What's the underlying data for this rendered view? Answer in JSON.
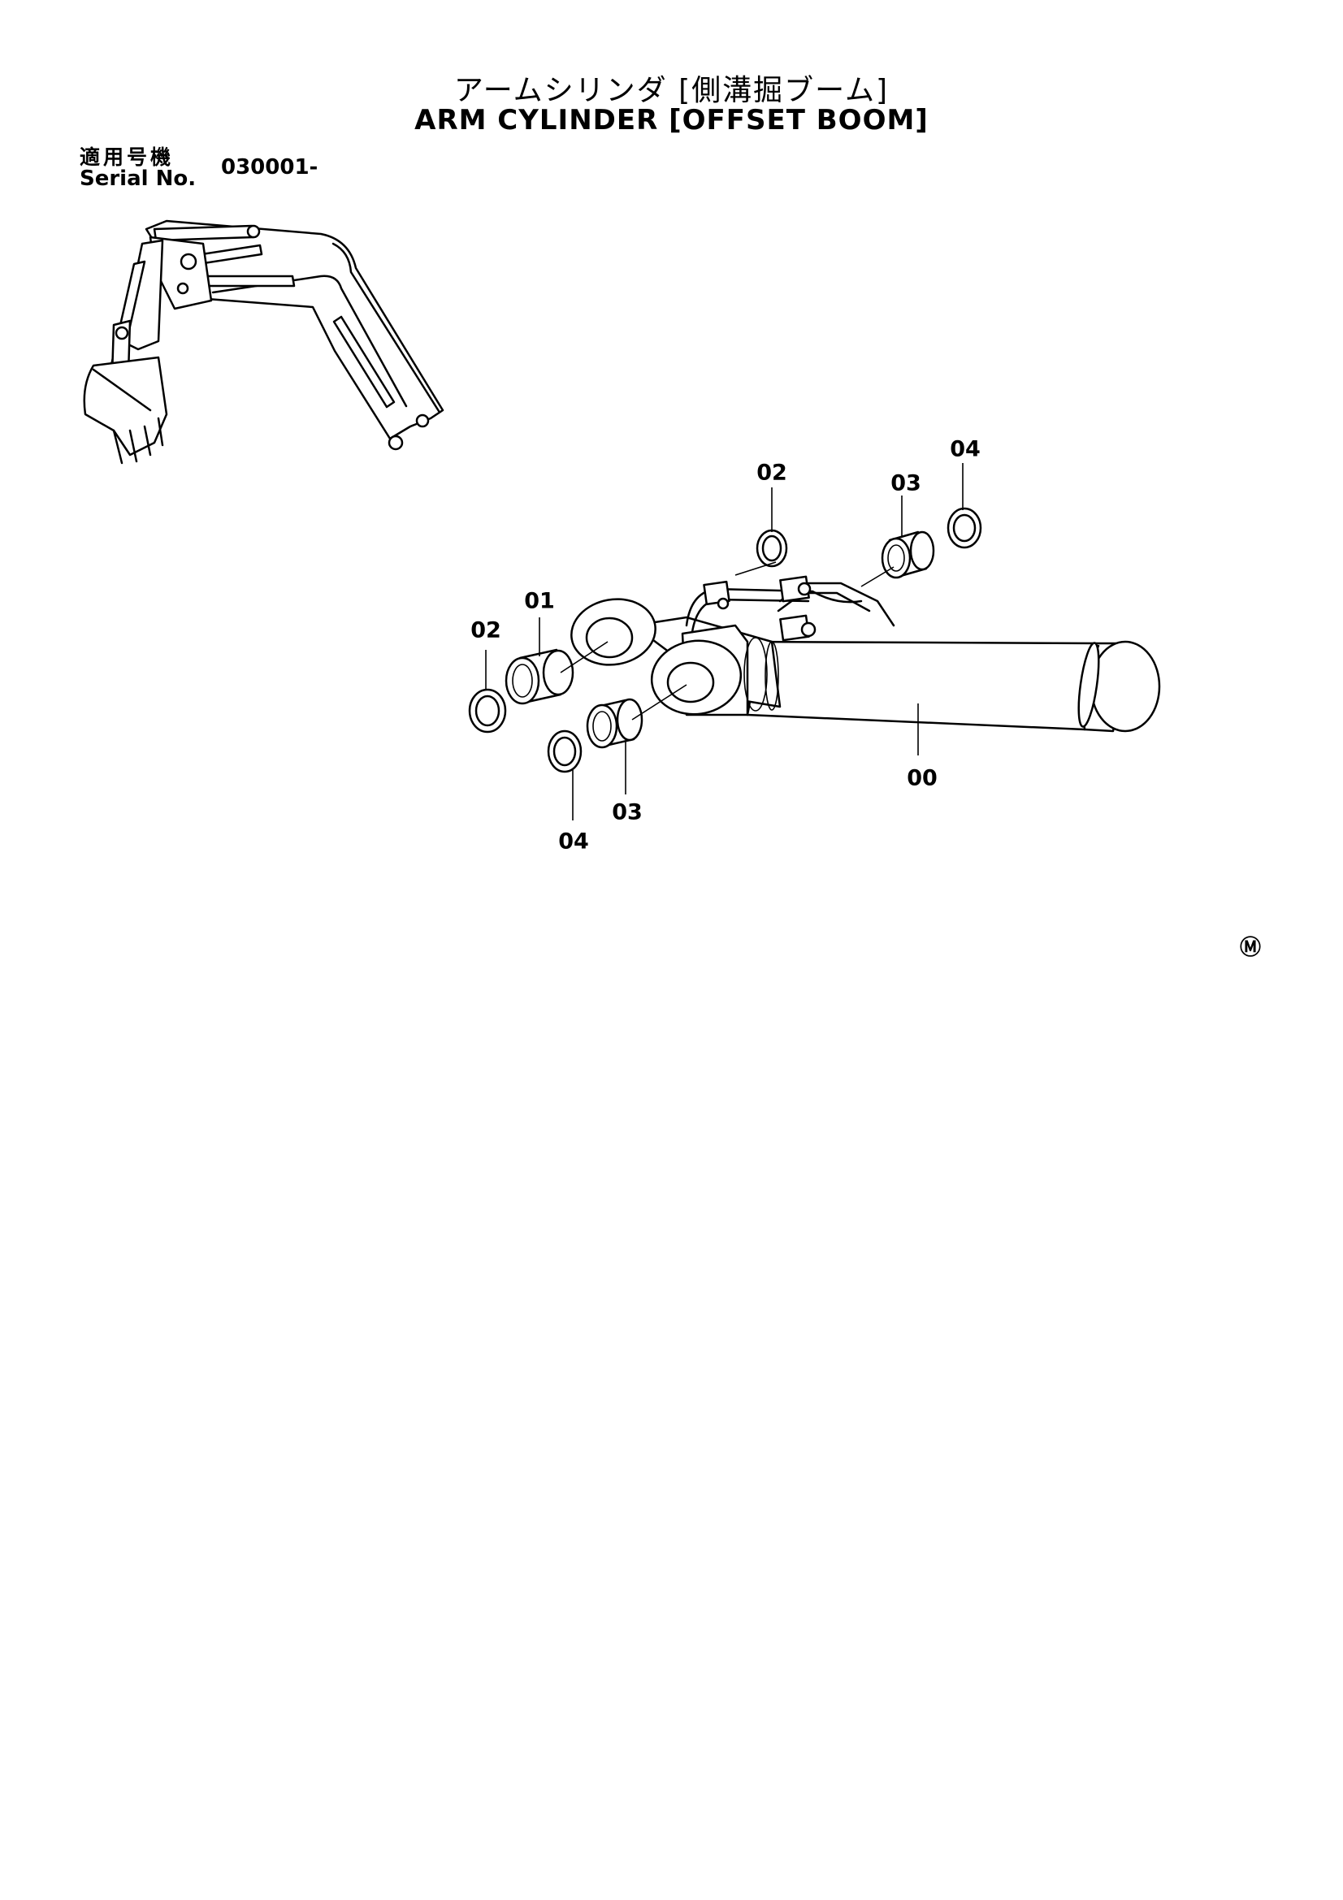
{
  "header": {
    "title_jp": "アームシリンダ [側溝掘ブーム]",
    "title_en": "ARM CYLINDER [OFFSET BOOM]"
  },
  "serial": {
    "label_jp": "適用号機",
    "label_en": "Serial No.",
    "value": "030001-"
  },
  "callouts": [
    {
      "id": "c00",
      "label": "00"
    },
    {
      "id": "c01",
      "label": "01"
    },
    {
      "id": "c02a",
      "label": "02"
    },
    {
      "id": "c02b",
      "label": "02"
    },
    {
      "id": "c03a",
      "label": "03"
    },
    {
      "id": "c03b",
      "label": "03"
    },
    {
      "id": "c04a",
      "label": "04"
    },
    {
      "id": "c04b",
      "label": "04"
    }
  ],
  "footer": {
    "mark": "Ⓜ"
  }
}
